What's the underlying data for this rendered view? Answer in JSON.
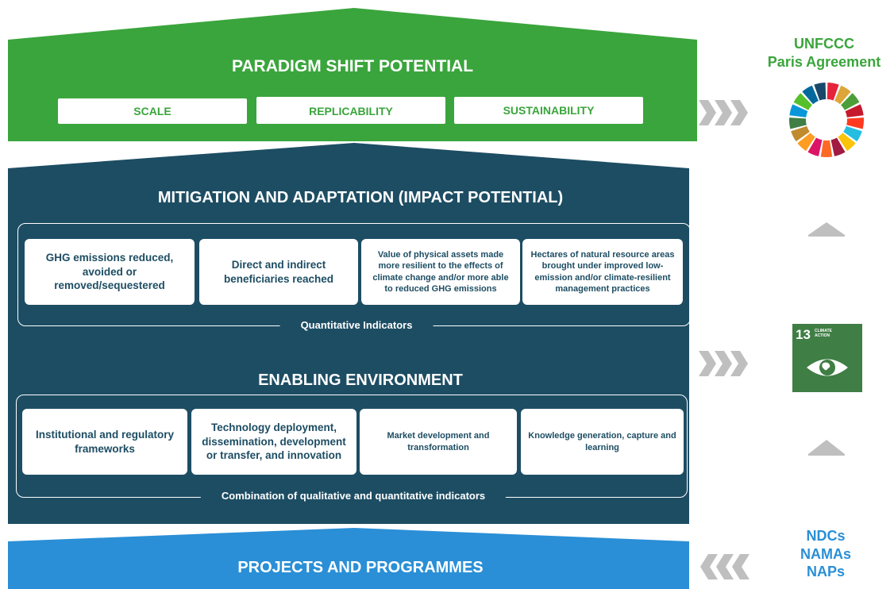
{
  "paradigm": {
    "title": "PARADIGM SHIFT POTENTIAL",
    "pills": [
      "SCALE",
      "REPLICABILITY",
      "SUSTAINABILITY"
    ]
  },
  "impact": {
    "title": "MITIGATION AND ADAPTATION (IMPACT POTENTIAL)",
    "cards": [
      "GHG emissions reduced, avoided or removed/sequestered",
      "Direct and indirect beneficiaries reached",
      "Value of physical assets made more resilient to the effects of climate change and/or more able to reduced GHG emissions",
      "Hectares of natural resource areas brought under improved low-emission and/or climate-resilient management practices"
    ],
    "frame_label": "Quantitative Indicators"
  },
  "enabling": {
    "title": "ENABLING ENVIRONMENT",
    "cards": [
      "Institutional and regulatory frameworks",
      "Technology deployment, dissemination, development or transfer, and innovation",
      "Market development and transformation",
      "Knowledge generation, capture and learning"
    ],
    "frame_label": "Combination of qualitative and quantitative indicators"
  },
  "projects": {
    "title": "PROJECTS AND PROGRAMMES"
  },
  "side": {
    "top_line1": "UNFCCC",
    "top_line2": "Paris Agreement",
    "sdg13_number": "13",
    "sdg13_label": "CLIMATE ACTION",
    "bottom_line1": "NDCs",
    "bottom_line2": "NAMAs",
    "bottom_line3": "NAPs"
  },
  "colors": {
    "green": "#3aa53c",
    "navy": "#1d4d63",
    "blue": "#2a8fd6",
    "gray_arrow": "#bfbfbf",
    "sdg13_green": "#3f7e44"
  },
  "sdg_wheel_colors": [
    "#e5243b",
    "#dda63a",
    "#4c9f38",
    "#c5192d",
    "#ff3a21",
    "#26bde2",
    "#fcc30b",
    "#a21942",
    "#fd6925",
    "#dd1367",
    "#fd9d24",
    "#bf8b2e",
    "#3f7e44",
    "#0a97d9",
    "#56c02b",
    "#00689d",
    "#19486a"
  ]
}
